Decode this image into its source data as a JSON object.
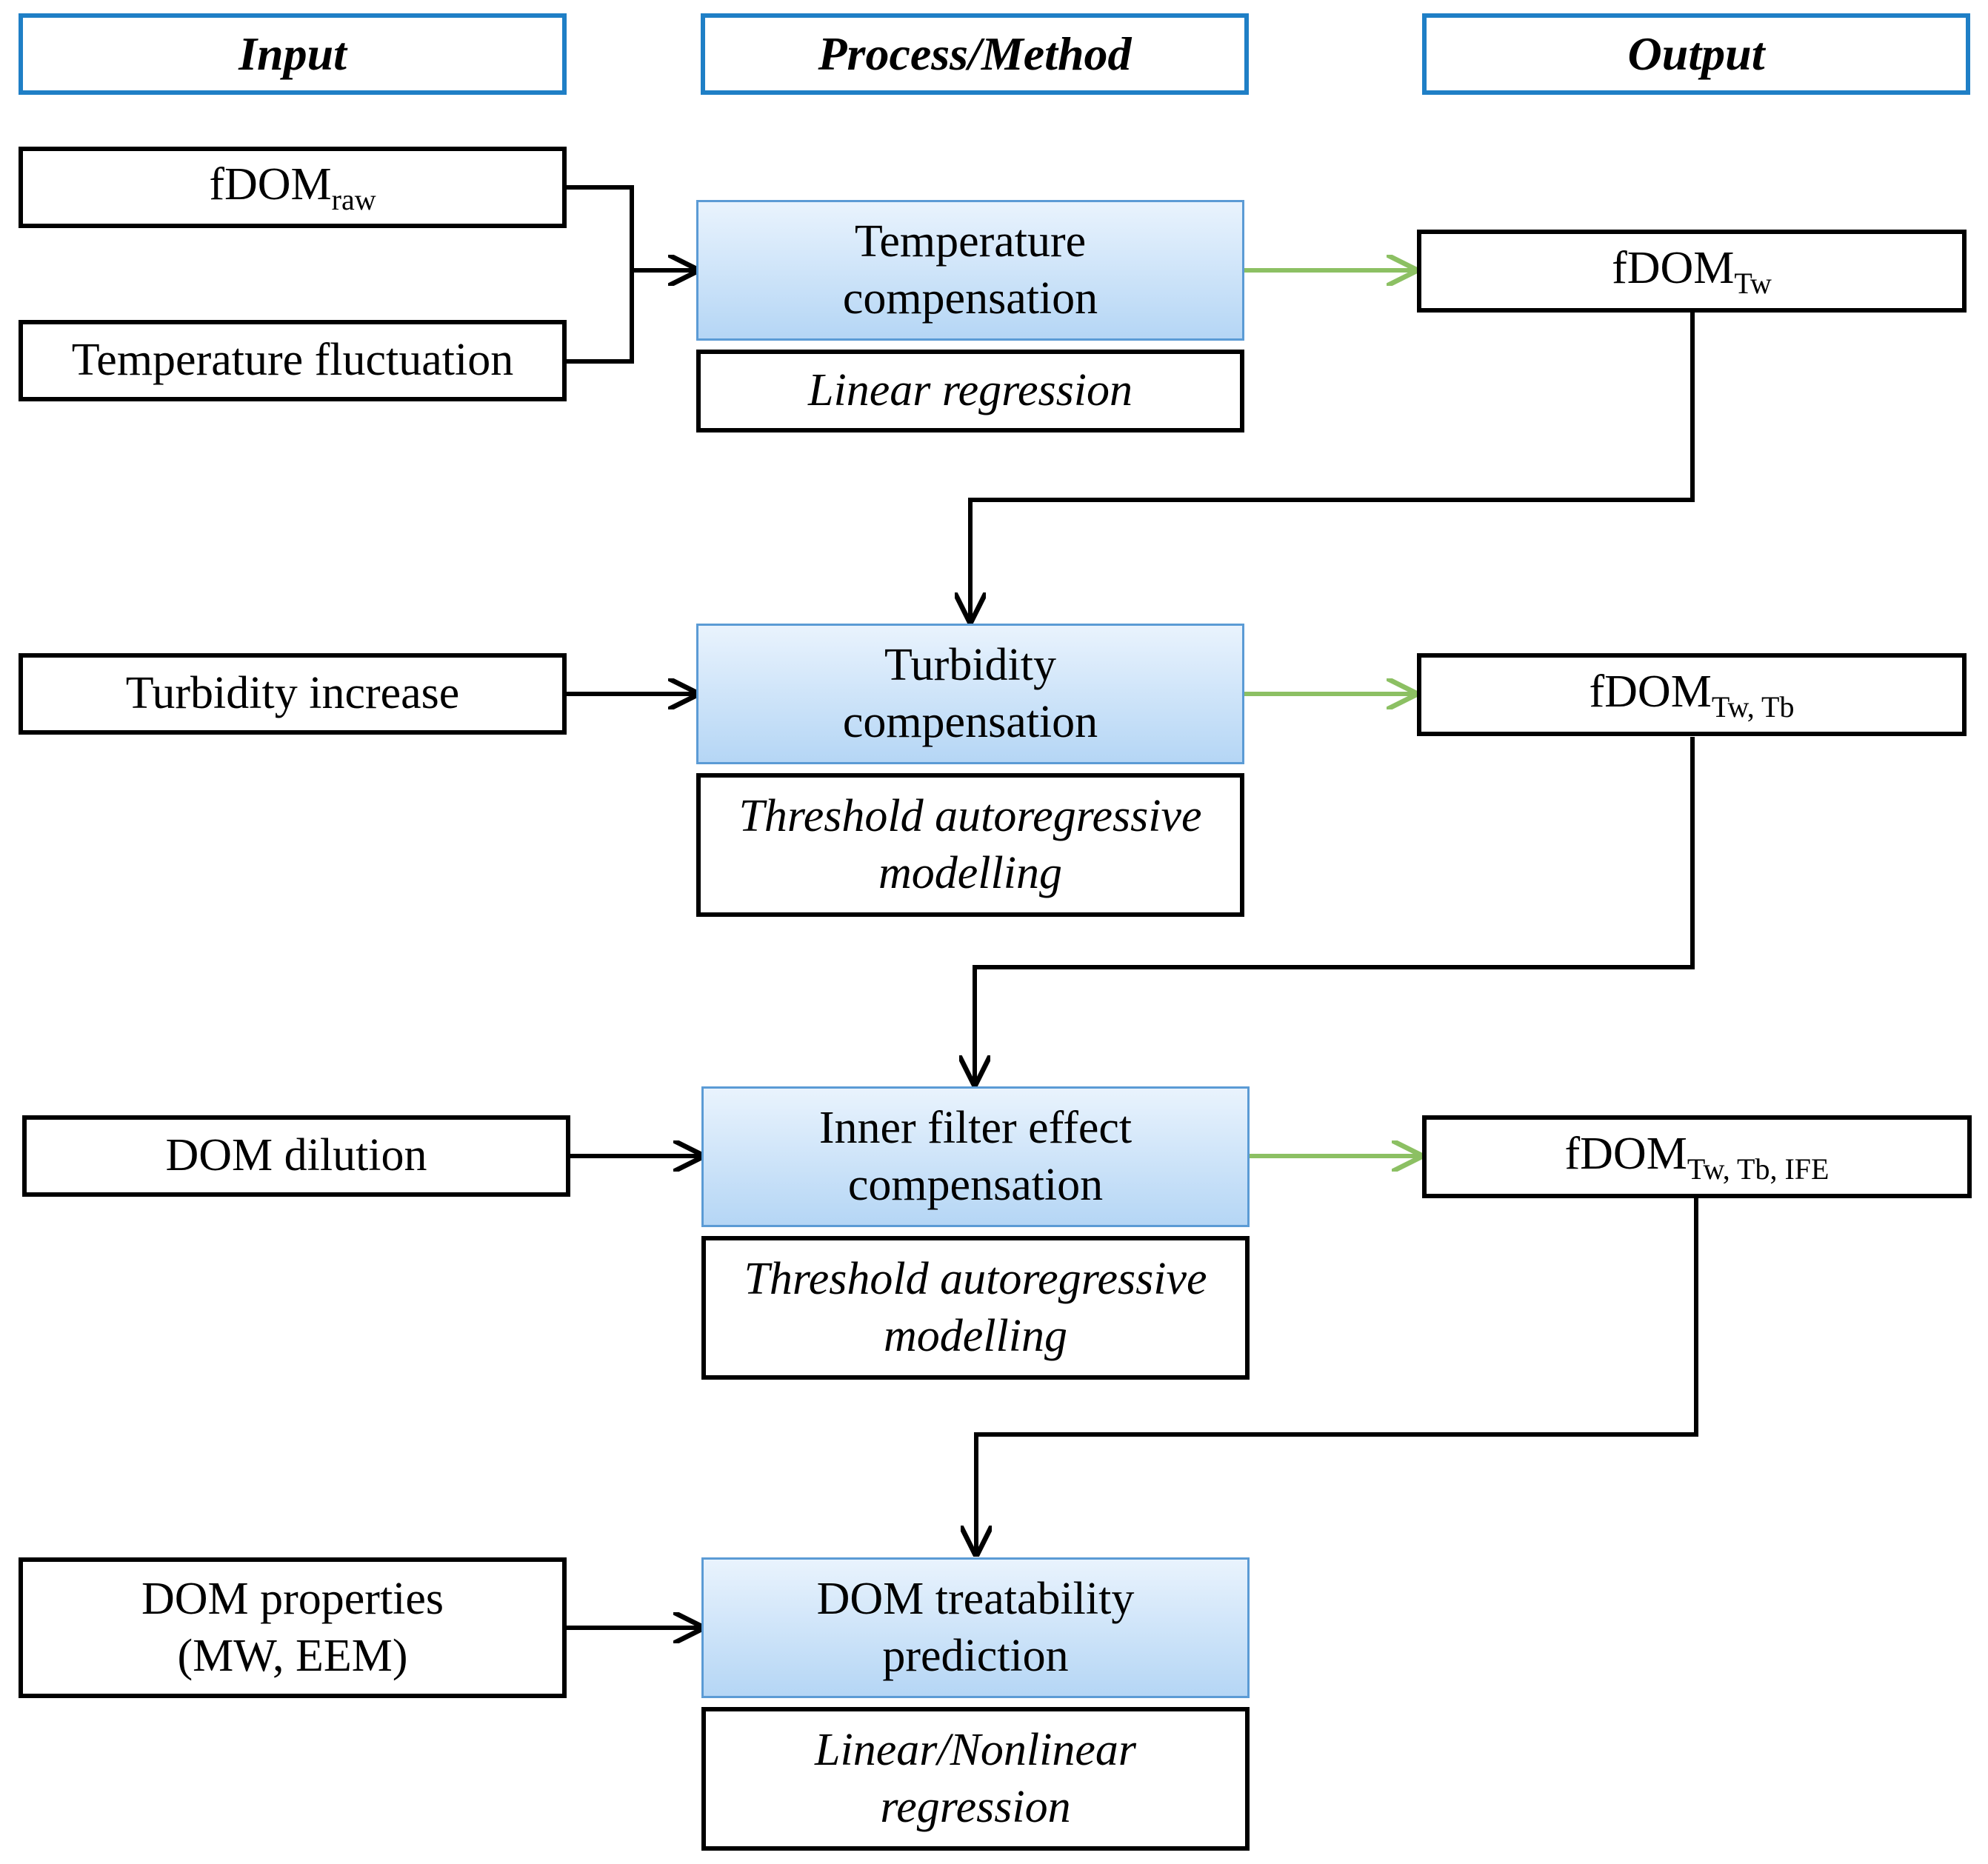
{
  "headers": {
    "input": "Input",
    "process": "Process/Method",
    "output": "Output"
  },
  "inputs": {
    "fdom_raw": {
      "base": "fDOM",
      "sub": "raw"
    },
    "temperature": "Temperature fluctuation",
    "turbidity": "Turbidity increase",
    "dilution": "DOM dilution",
    "properties": [
      "DOM properties",
      "(MW, EEM)"
    ]
  },
  "processes": {
    "temperature": [
      "Temperature",
      "compensation"
    ],
    "turbidity": [
      "Turbidity",
      "compensation"
    ],
    "ife": [
      "Inner filter effect",
      "compensation"
    ],
    "treatability": [
      "DOM treatability",
      "prediction"
    ]
  },
  "methods": {
    "temperature": [
      "Linear regression"
    ],
    "turbidity": [
      "Threshold autoregressive",
      "modelling"
    ],
    "ife": [
      "Threshold autoregressive",
      "modelling"
    ],
    "treatability": [
      "Linear/Nonlinear",
      "regression"
    ]
  },
  "outputs": {
    "tw": {
      "base": "fDOM",
      "sub": "Tw"
    },
    "tw_tb": {
      "base": "fDOM",
      "sub": "Tw, Tb"
    },
    "tw_tb_ife": {
      "base": "fDOM",
      "sub": "Tw, Tb, IFE"
    }
  },
  "colors": {
    "header_border": "#1f7fc6",
    "process_fill_top": "#e9f3fd",
    "process_fill_bottom": "#b5d6f5",
    "green_arrow": "#8cc063"
  }
}
